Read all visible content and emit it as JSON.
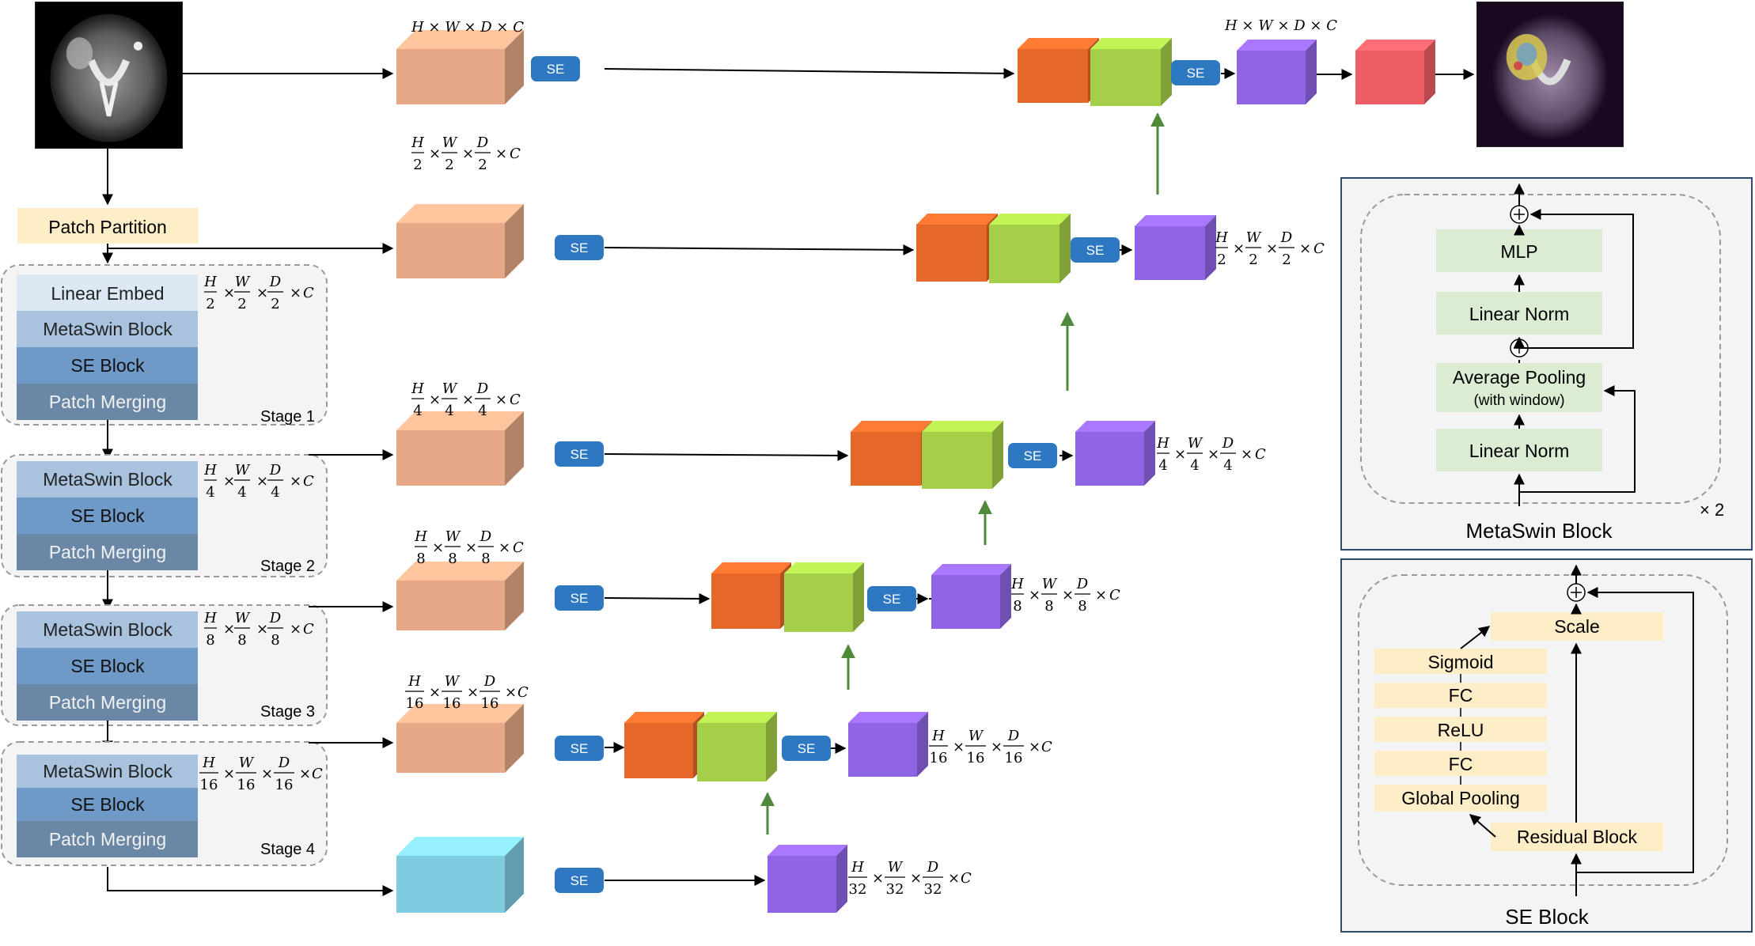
{
  "colors": {
    "peach": "#e6a886",
    "cyan": "#7fcbe0",
    "orange": "#e5672a",
    "green": "#a5cf48",
    "purple": "#9065e5",
    "red": "#ec5d64",
    "se_blue": "#2e78c1",
    "arrow_green": "#4f8a3a",
    "patch_partition_bg": "#fdeec8",
    "encoder_light": "#dce8f4",
    "encoder_mid": "#a9c3df",
    "encoder_dark": "#6f99c6",
    "encoder_darkest": "#6a87a5",
    "metaswin_green": "#dbecd3",
    "se_yellow": "#fdeec8"
  },
  "se_label": "SE",
  "patch_partition": "Patch Partition",
  "stages": [
    {
      "label": "Stage 1",
      "blocks": [
        "Linear Embed",
        "MetaSwin Block",
        "SE Block",
        "Patch Merging"
      ]
    },
    {
      "label": "Stage 2",
      "blocks": [
        "MetaSwin Block",
        "SE Block",
        "Patch Merging"
      ]
    },
    {
      "label": "Stage 3",
      "blocks": [
        "MetaSwin Block",
        "SE Block",
        "Patch Merging"
      ]
    },
    {
      "label": "Stage 4",
      "blocks": [
        "MetaSwin Block",
        "SE Block",
        "Patch Merging"
      ]
    }
  ],
  "dims": {
    "full": "H × W × D × C",
    "half": {
      "a": "H",
      "b": "2",
      "c": "W",
      "d": "2",
      "e": "D",
      "f": "2",
      "g": "C"
    },
    "d2": "2",
    "d4": "4",
    "d8": "8",
    "d16": "16",
    "d32": "32",
    "H": "H",
    "W": "W",
    "D": "D",
    "C": "C",
    "times": "×"
  },
  "metaswin_panel": {
    "title": "MetaSwin Block",
    "repeat": "× 2",
    "mlp": "MLP",
    "norm_top": "Linear Norm",
    "pooling_line1": "Average Pooling",
    "pooling_line2": "(with window)",
    "norm_bottom": "Linear Norm",
    "plus": "+"
  },
  "se_panel": {
    "title": "SE Block",
    "scale": "Scale",
    "sigmoid": "Sigmoid",
    "fc1": "FC",
    "relu": "ReLU",
    "fc2": "FC",
    "global_pooling": "Global Pooling",
    "residual": "Residual Block",
    "plus": "+"
  }
}
